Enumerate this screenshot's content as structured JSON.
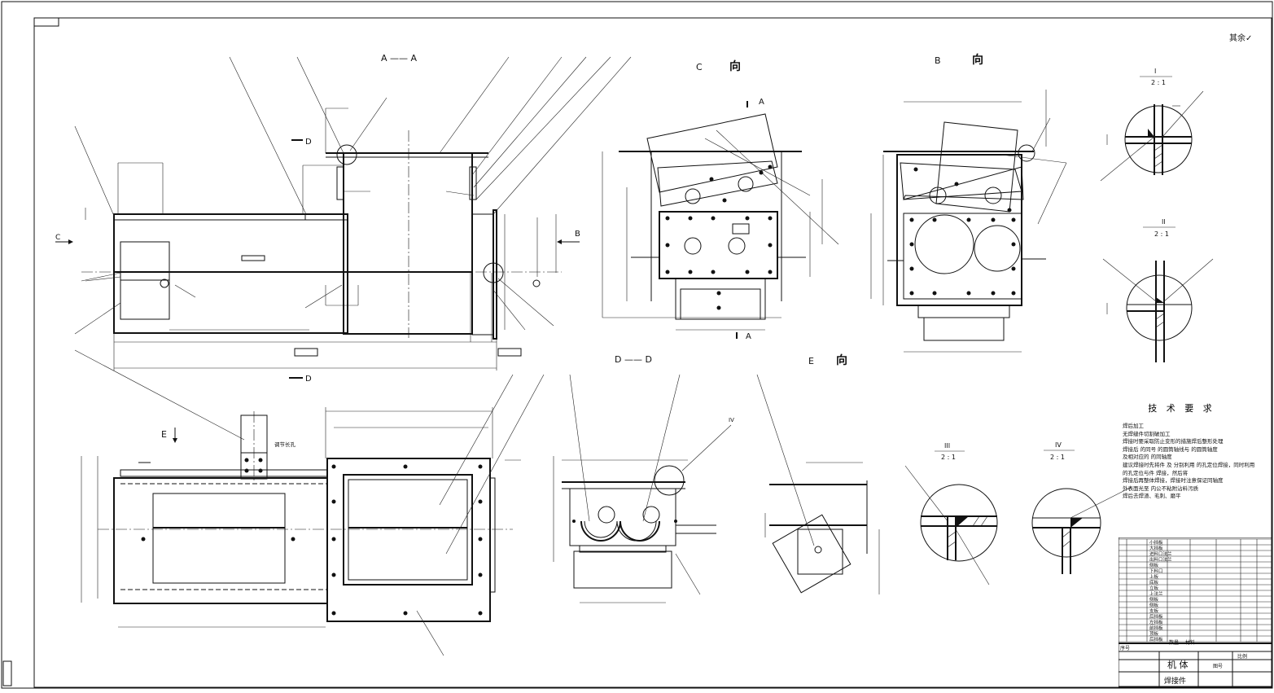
{
  "views": {
    "aa": "A —— A",
    "c": "C",
    "c_dir": "向",
    "b": "B",
    "b_dir": "向",
    "dd": "D —— D",
    "e": "E",
    "e_dir": "向",
    "label_a": "A",
    "label_b": "B",
    "label_c": "C",
    "label_d": "D",
    "label_e": "E"
  },
  "details": [
    {
      "roman": "I",
      "scale": "2 : 1"
    },
    {
      "roman": "II",
      "scale": "2 : 1"
    },
    {
      "roman": "III",
      "scale": "2 : 1"
    },
    {
      "roman": "IV",
      "scale": "2 : 1"
    }
  ],
  "callouts": {
    "iv": "IV"
  },
  "corner_mark": "其余✓",
  "slot_note": "调节长孔",
  "notes": {
    "title": "技 术 要 求",
    "lines": [
      "焊后加工",
      "无焊缝件切割破加工",
      "焊接时要采取防止变形的措施焊后整形处理",
      "焊接后    的同号    的圆筒轴线与    的圆筒轴度",
      "及相对应的    的同轴度",
      "建议焊接时先将件    及    分别利用    的孔定位焊接，同时利用",
      "    的孔定位与件    焊接，然后将",
      "    焊接后再整体焊接，焊接时注意保证同轴度",
      "外表面光至    内公不粘附沾料污质",
      "焊后去焊渣、毛刺、磨平"
    ]
  },
  "title_block": {
    "name": "机  体",
    "subtitle": "焊接件",
    "scale_label": "比例",
    "qty_label": "数量",
    "material_label": "材料",
    "mark_label": "序号",
    "ref_label": "图号"
  },
  "bom_rows": [
    "小挡板",
    "大挡板",
    "进料口法兰",
    "出料口法兰",
    "侧板",
    "下料口",
    "上板",
    "底板",
    "立板",
    "上法兰",
    "侧板",
    "侧板",
    "支板",
    "后挡板",
    "左挡板",
    "前挡板",
    "顶板",
    "后挡板"
  ]
}
